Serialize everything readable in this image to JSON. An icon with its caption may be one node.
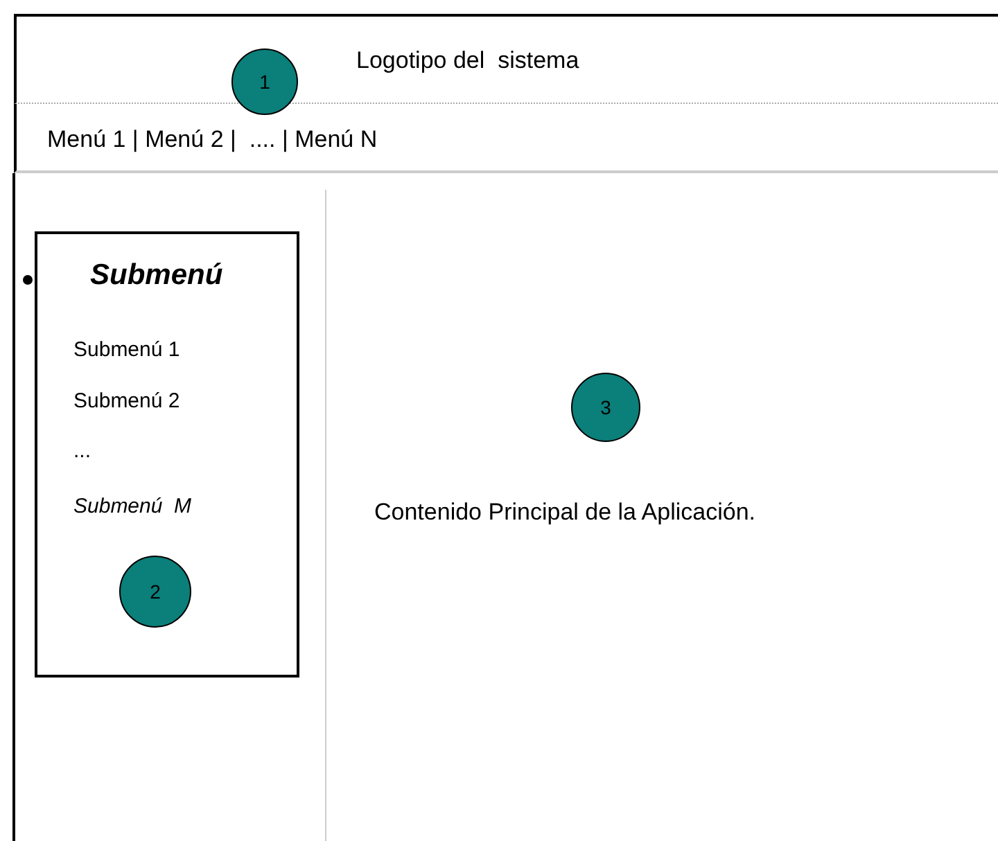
{
  "diagram": {
    "nodes": [
      {
        "text": [
          "Logotipo del  sistema"
        ]
      },
      {
        "text": [
          "1"
        ]
      },
      {
        "text": [
          "Menú 1 | Menú 2 |  .... | Menú N"
        ]
      },
      {
        "text": [
          "Submenú",
          "Submenú 1",
          "Submenú 2",
          "...",
          "Submenú  M"
        ]
      },
      {
        "text": [
          "2"
        ],
        "in": 3
      },
      {
        "text": [
          "Contenido Principal de la Aplicación."
        ]
      },
      {
        "text": [
          "3"
        ],
        "in": 5
      }
    ]
  }
}
